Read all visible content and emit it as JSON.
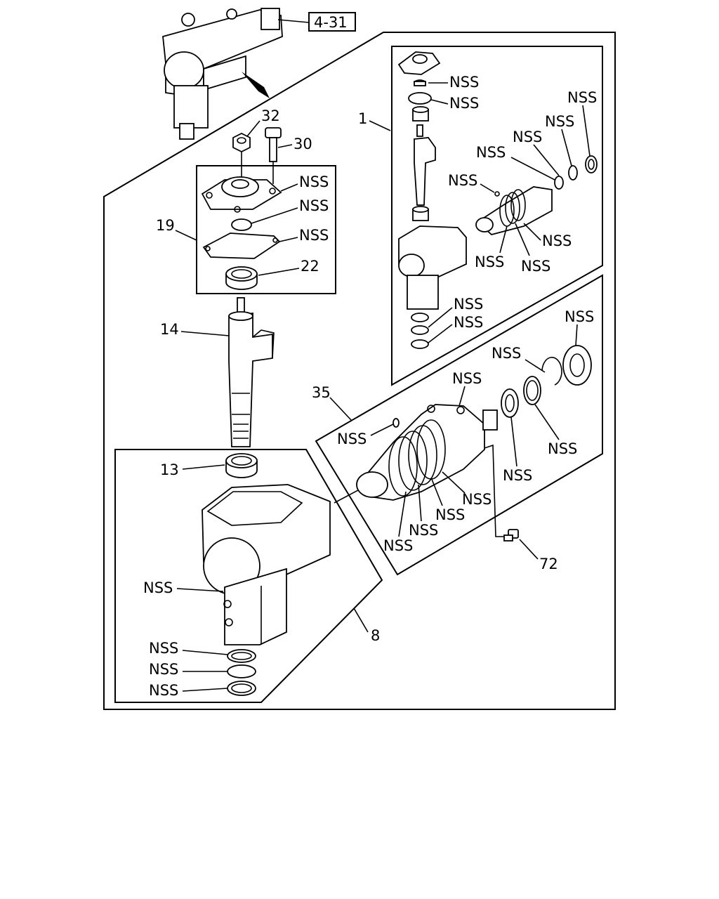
{
  "page_ref": "4-31",
  "nss": "NSS",
  "labels": {
    "p1": "1",
    "p8": "8",
    "p13": "13",
    "p14": "14",
    "p19": "19",
    "p22": "22",
    "p30": "30",
    "p32": "32",
    "p35": "35",
    "p72": "72"
  }
}
